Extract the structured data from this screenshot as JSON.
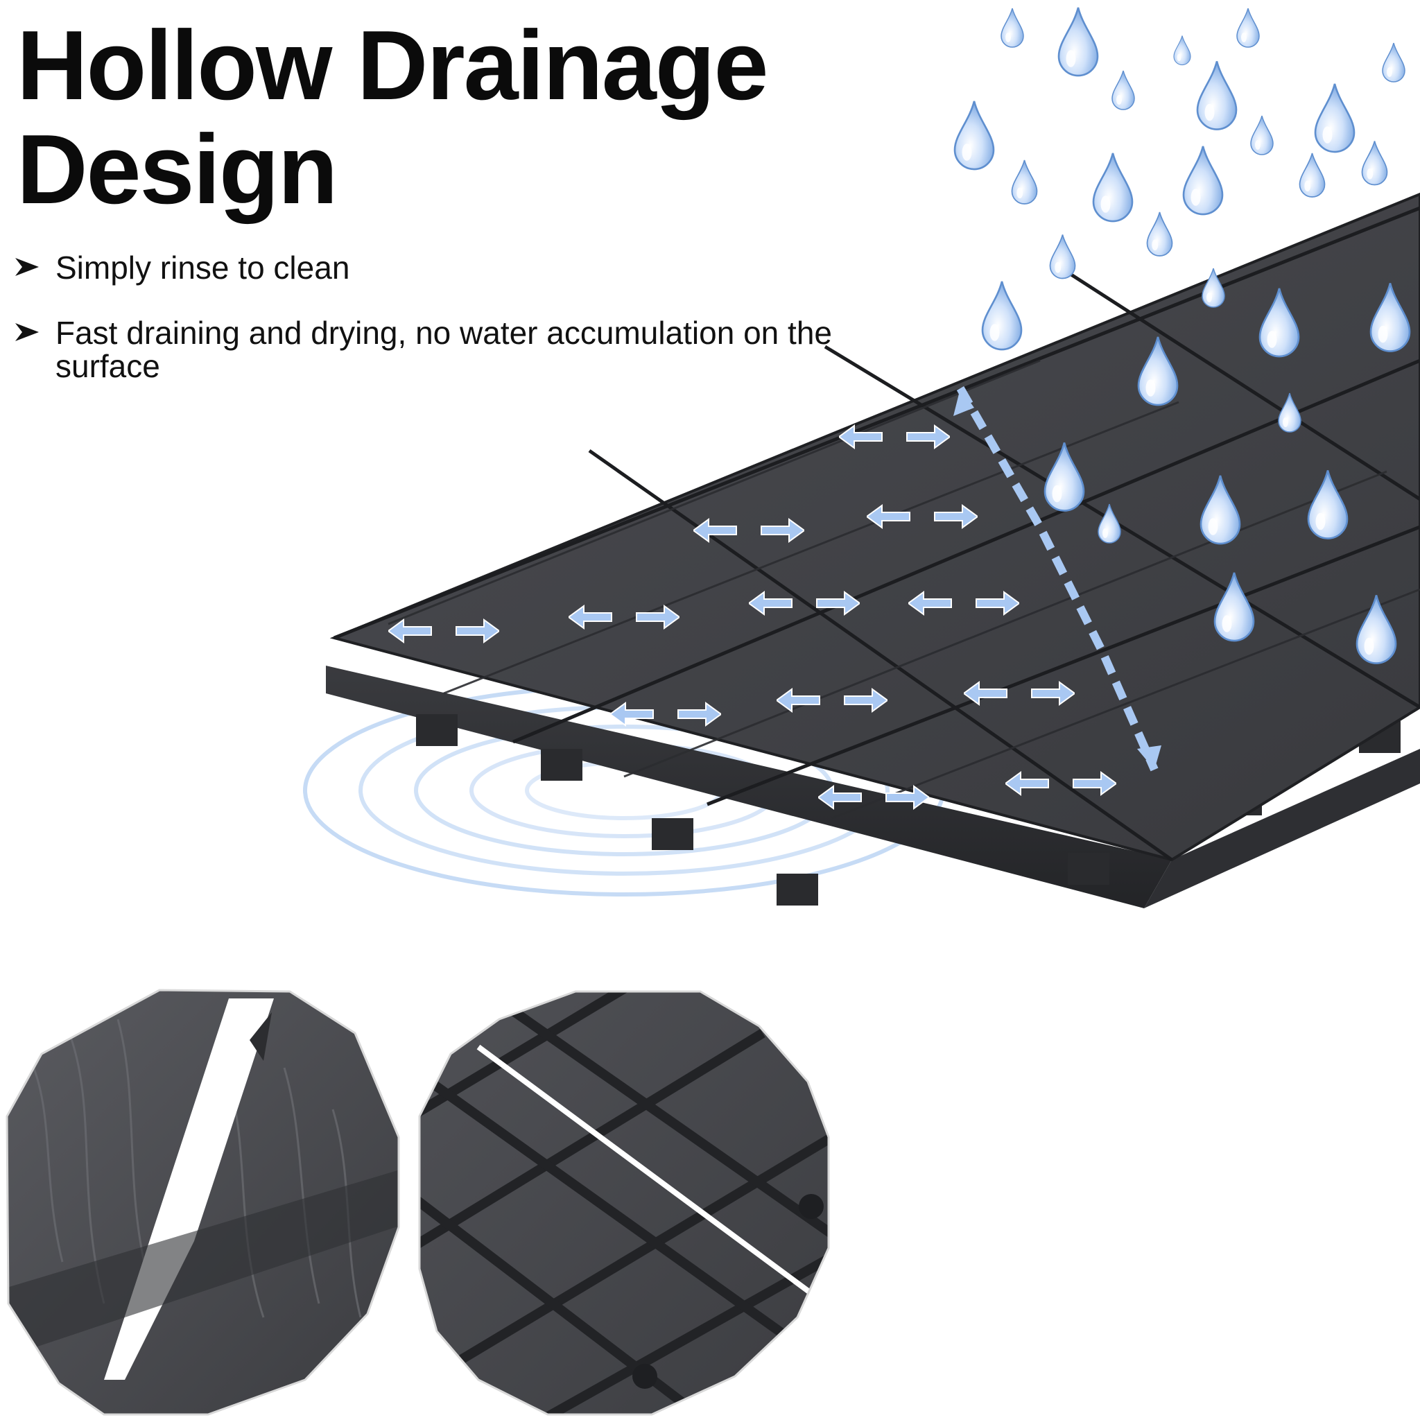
{
  "headline": {
    "line1": "Hollow Drainage",
    "line2": "Design"
  },
  "bullets": [
    {
      "icon": "arrowhead-icon",
      "text": "Simply rinse to clean"
    },
    {
      "icon": "arrowhead-icon",
      "text": "Fast draining and drying, no water accumulation on the surface"
    }
  ],
  "colors": {
    "tile": "#3f4044",
    "tile_dark": "#2a2b2e",
    "water": "#9cc2ee",
    "arrow": "#a9c8f2",
    "text": "#0b0b0b"
  }
}
